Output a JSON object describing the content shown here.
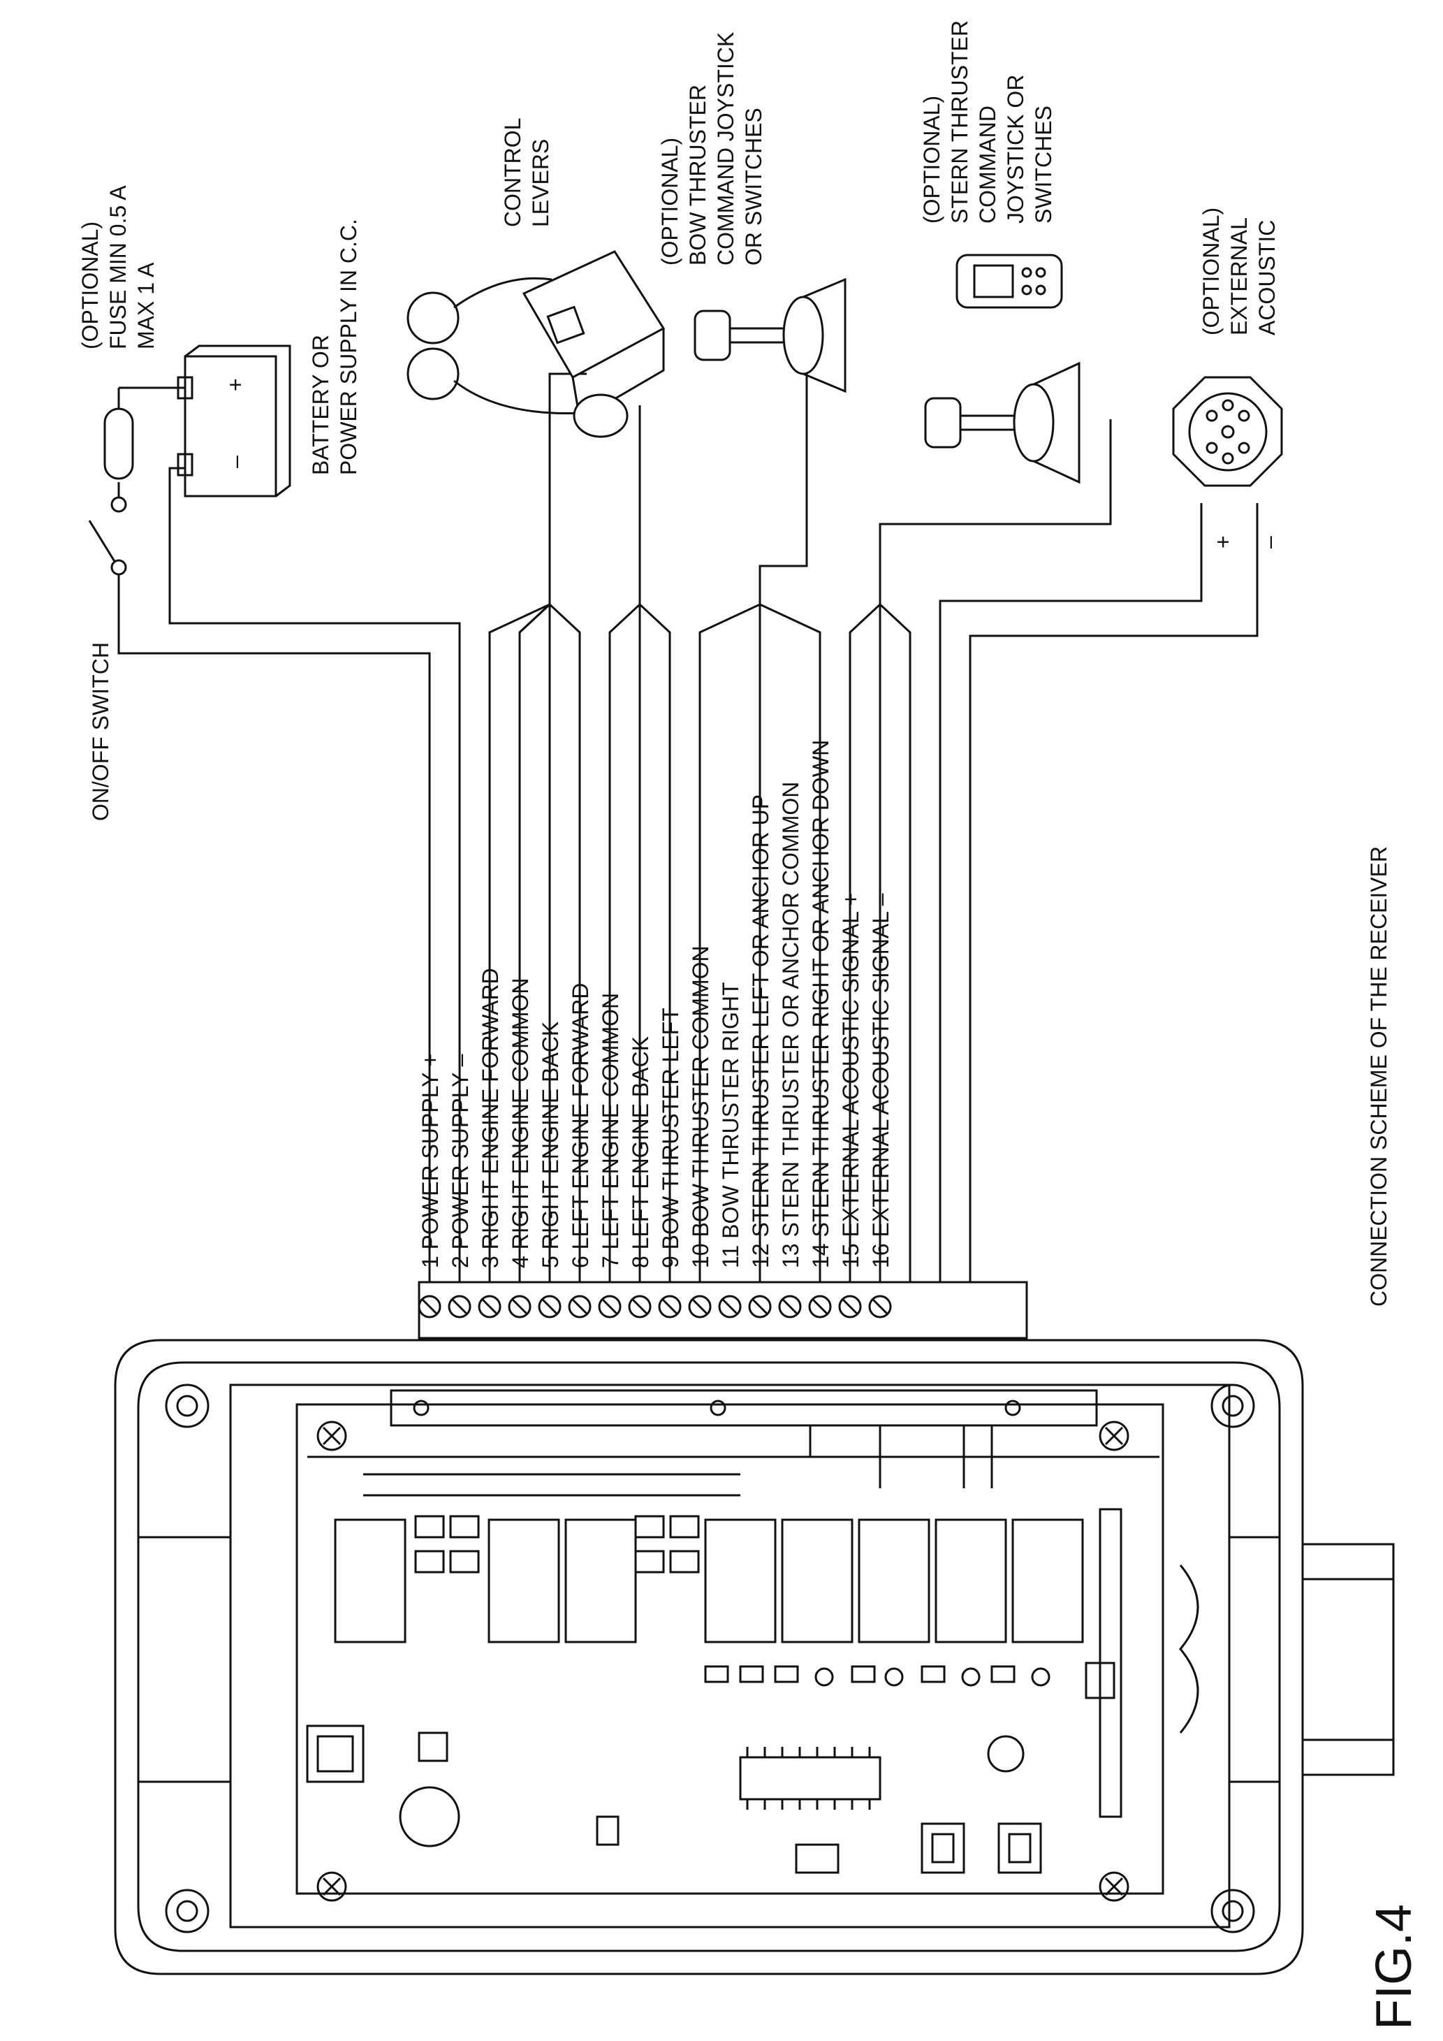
{
  "figure_label": "FIG.4",
  "caption": "CONNECTION SCHEME OF THE RECEIVER",
  "switch_label": "ON/OFF SWITCH",
  "fuse_label": [
    "(OPTIONAL)",
    "FUSE MIN 0.5 A",
    "MAX 1 A"
  ],
  "battery_label": [
    "BATTERY OR",
    "POWER SUPPLY IN C.C."
  ],
  "battery_polarity": {
    "minus": "–",
    "plus": "+"
  },
  "levers_label": [
    "CONTROL",
    "LEVERS"
  ],
  "bow_label": [
    "(OPTIONAL)",
    "BOW THRUSTER",
    "COMMAND JOYSTICK",
    "OR SWITCHES"
  ],
  "stern_label": [
    "(OPTIONAL)",
    "STERN THRUSTER",
    "COMMAND",
    "JOYSTICK OR",
    "SWITCHES"
  ],
  "acoustic_label": [
    "(OPTIONAL)",
    "EXTERNAL",
    "ACOUSTIC"
  ],
  "acoustic_polarity": {
    "plus": "+",
    "minus": "–"
  },
  "terminals": [
    "1 POWER SUPPLY +",
    "2 POWER SUPPLY –",
    "3 RIGHT ENGINE FORWARD",
    "4 RIGHT ENGINE COMMON",
    "5 RIGHT ENGINE BACK",
    "6 LEFT ENGINE FORWARD",
    "7 LEFT ENGINE COMMON",
    "8 LEFT ENGINE BACK",
    "9 BOW THRUSTER LEFT",
    "10 BOW THRUSTER COMMON",
    "11 BOW THRUSTER RIGHT",
    "12 STERN THRUSTER LEFT OR ANCHOR UP",
    "13 STERN THRUSTER OR ANCHOR COMMON",
    "14 STERN THRUSTER RIGHT OR ANCHOR DOWN",
    "15 EXTERNAL ACOUSTIC SIGNAL +",
    "16 EXTERNAL ACOUSTIC SIGNAL –"
  ]
}
